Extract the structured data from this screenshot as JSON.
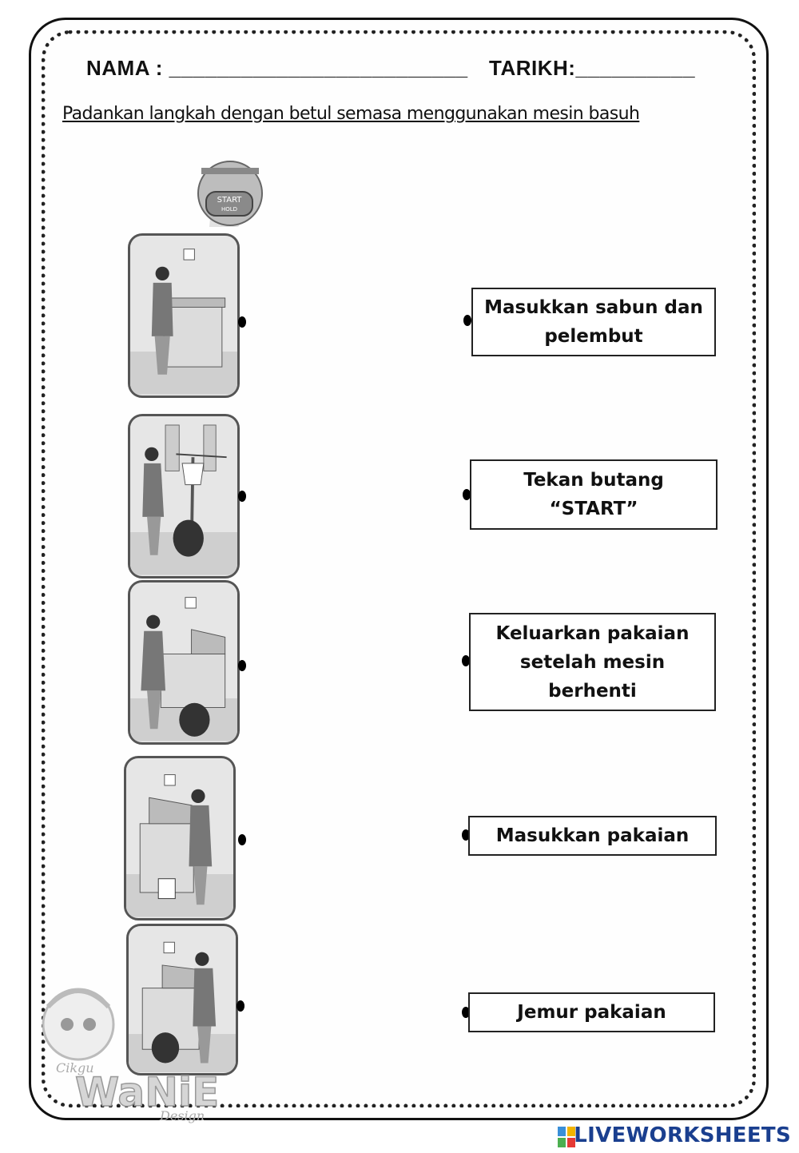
{
  "header": {
    "name_label": "NAMA : _________________________",
    "date_label": "TARIKH:__________"
  },
  "instruction": "Padankan langkah dengan betul semasa menggunakan mesin basuh",
  "zoom_callout": {
    "line1": "START",
    "line2": "HOLD"
  },
  "pictures": [
    {
      "name": "picture-press-start"
    },
    {
      "name": "picture-hang-clothes"
    },
    {
      "name": "picture-remove-clothes"
    },
    {
      "name": "picture-add-detergent"
    },
    {
      "name": "picture-load-clothes"
    }
  ],
  "options": [
    {
      "label": "Masukkan sabun dan pelembut"
    },
    {
      "label": "Tekan butang “START”"
    },
    {
      "label": "Keluarkan pakaian setelah mesin berhenti"
    },
    {
      "label": "Masukkan pakaian"
    },
    {
      "label": "Jemur pakaian"
    }
  ],
  "watermark": {
    "text1": "Cikgu",
    "text2": "WaNiE",
    "text3": "Design"
  },
  "brand": "LIVEWORKSHEETS",
  "colors": {
    "border": "#111111",
    "brand": "#1a3f8f"
  }
}
